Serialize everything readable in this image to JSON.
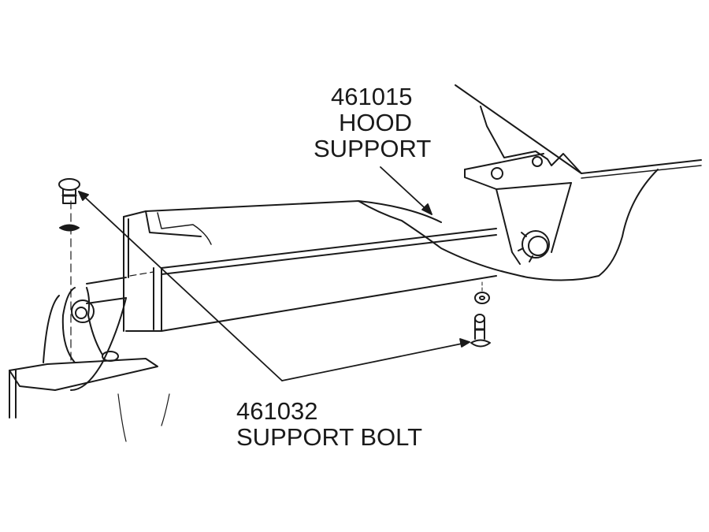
{
  "callouts": [
    {
      "part_number": "461015",
      "line1": "HOOD",
      "line2": "SUPPORT"
    },
    {
      "part_number": "461032",
      "name": "SUPPORT BOLT"
    }
  ],
  "colors": {
    "ink": "#1a1a1a",
    "background": "#ffffff"
  }
}
